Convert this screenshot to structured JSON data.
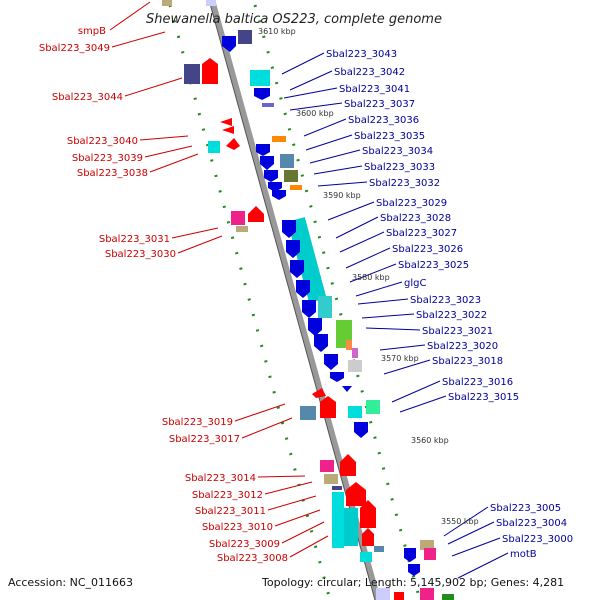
{
  "title": "Shewanella baltica OS223, complete genome",
  "footer": {
    "accession": "Accession: NC_011663",
    "topology": "Topology: circular; Length: 5,145,902 bp; Genes: 4,281"
  },
  "colors": {
    "backbone": "#999999",
    "tick": "#228B22",
    "left_label": "#cc0000",
    "right_label": "#000099",
    "gene_red": "#ff0000",
    "gene_blue": "#0000dd",
    "gene_cyan": "#00cccc",
    "gene_teal": "#33cccc",
    "gene_green": "#66cc33",
    "gene_olive": "#667733",
    "gene_steel": "#5588aa",
    "gene_navy": "#444488",
    "gene_magenta": "#ee2288",
    "gene_khaki": "#bbaa77",
    "gene_orange": "#ff8800",
    "gene_mint": "#33ee99",
    "gene_gray": "#cccccc"
  },
  "scale_labels": [
    "3610 kbp",
    "3600 kbp",
    "3590 kbp",
    "3580 kbp",
    "3570 kbp",
    "3560 kbp",
    "3550 kbp"
  ],
  "left_labels": [
    "smpB",
    "Sbal223_3049",
    "Sbal223_3044",
    "Sbal223_3040",
    "Sbal223_3039",
    "Sbal223_3038",
    "Sbal223_3031",
    "Sbal223_3030",
    "Sbal223_3019",
    "Sbal223_3017",
    "Sbal223_3014",
    "Sbal223_3012",
    "Sbal223_3011",
    "Sbal223_3010",
    "Sbal223_3009",
    "Sbal223_3008"
  ],
  "right_labels": [
    "Sbal223_3043",
    "Sbal223_3042",
    "Sbal223_3041",
    "Sbal223_3037",
    "Sbal223_3036",
    "Sbal223_3035",
    "Sbal223_3034",
    "Sbal223_3033",
    "Sbal223_3032",
    "Sbal223_3029",
    "Sbal223_3028",
    "Sbal223_3027",
    "Sbal223_3026",
    "Sbal223_3025",
    "glgC",
    "Sbal223_3023",
    "Sbal223_3022",
    "Sbal223_3021",
    "Sbal223_3020",
    "Sbal223_3018",
    "Sbal223_3016",
    "Sbal223_3015",
    "Sbal223_3005",
    "Sbal223_3004",
    "Sbal223_3000",
    "motB"
  ]
}
